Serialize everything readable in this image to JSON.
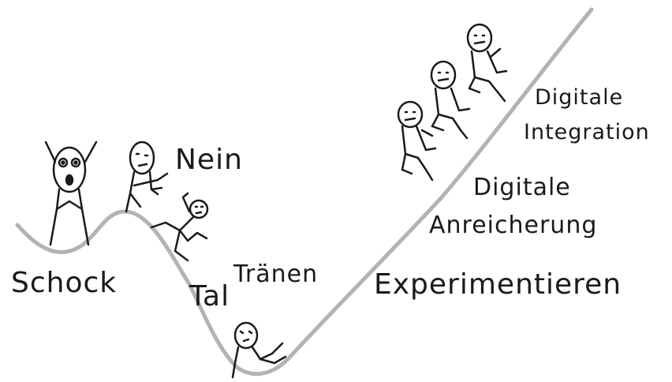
{
  "labels": {
    "schock": "Schock",
    "nein": "Nein",
    "traenen": "Tränen",
    "tal": "Tal",
    "experimentieren": "Experimentieren",
    "digitale_anreicherung_1": "Digitale",
    "digitale_anreicherung_2": "Anreicherung",
    "digitale_integration_1": "Digitale",
    "digitale_integration_2": "Integration"
  },
  "colors": {
    "curve": "#b3b3b3",
    "ink": "#1a1a1a"
  }
}
